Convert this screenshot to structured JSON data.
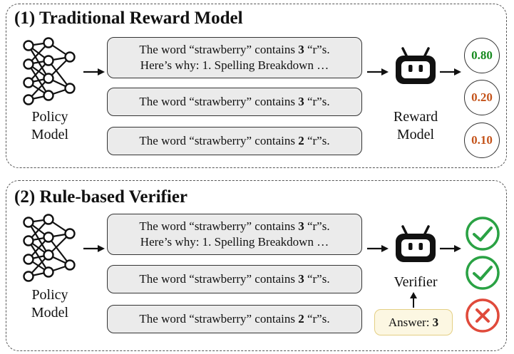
{
  "panels": [
    {
      "title": "(1) Traditional Reward Model",
      "policy_label_1": "Policy",
      "policy_label_2": "Model",
      "responses": [
        {
          "line1_pre": "The word “strawberry” contains ",
          "line1_num": "3",
          "line1_post": " “r”s.",
          "line2": "Here’s why: 1. Spelling Breakdown …"
        },
        {
          "line1_pre": "The word “strawberry” contains ",
          "line1_num": "3",
          "line1_post": " “r”s."
        },
        {
          "line1_pre": "The word “strawberry” contains ",
          "line1_num": "2",
          "line1_post": " “r”s."
        }
      ],
      "judge_label_1": "Reward",
      "judge_label_2": "Model",
      "scores": [
        {
          "value": "0.80",
          "color": "#178a1f"
        },
        {
          "value": "0.20",
          "color": "#c4531a"
        },
        {
          "value": "0.10",
          "color": "#c4531a"
        }
      ]
    },
    {
      "title": "(2) Rule-based Verifier",
      "policy_label_1": "Policy",
      "policy_label_2": "Model",
      "responses": [
        {
          "line1_pre": "The word “strawberry” contains ",
          "line1_num": "3",
          "line1_post": " “r”s.",
          "line2": "Here’s why: 1. Spelling Breakdown …"
        },
        {
          "line1_pre": "The word “strawberry” contains ",
          "line1_num": "3",
          "line1_post": " “r”s."
        },
        {
          "line1_pre": "The word “strawberry” contains ",
          "line1_num": "2",
          "line1_post": " “r”s."
        }
      ],
      "judge_label": "Verifier",
      "answer_prefix": "Answer: ",
      "answer_value": "3",
      "verdicts": [
        {
          "icon": "check-icon",
          "color": "#2aa244"
        },
        {
          "icon": "check-icon",
          "color": "#2aa244"
        },
        {
          "icon": "cross-icon",
          "color": "#e04a3b"
        }
      ]
    }
  ],
  "colors": {
    "robot": "#111111",
    "border": "#555555",
    "box_fill": "#ebebeb",
    "answer_fill": "#fcf7e2",
    "answer_border": "#e4cf84"
  }
}
